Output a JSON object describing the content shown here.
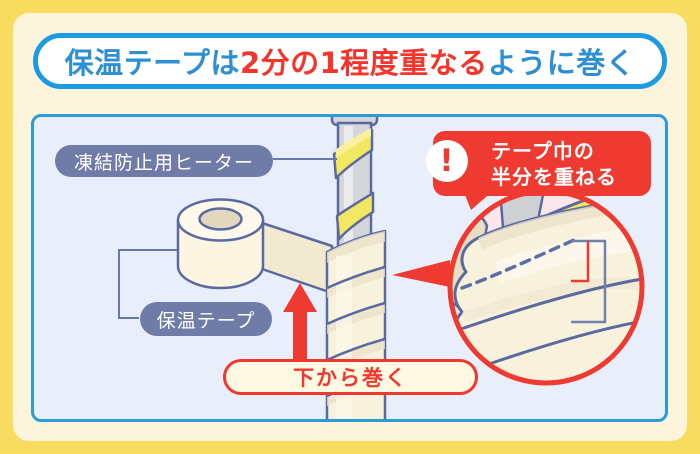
{
  "title": {
    "segments": [
      {
        "text": "保温テープは",
        "color": "#2E8FD5"
      },
      {
        "text": "2分の1程度重なる",
        "color": "#F5352C"
      },
      {
        "text": "ように巻く",
        "color": "#2E8FD5"
      }
    ]
  },
  "diagram": {
    "heater_label": "凍結防止用ヒーター",
    "tape_label": "保温テープ",
    "direction_label": "下から巻く",
    "callout": {
      "icon": "exclamation-icon",
      "icon_glyph": "!",
      "line1": "テープ巾の",
      "line2": "半分を重ねる"
    }
  },
  "colors": {
    "frame_yellow": "#F8DC5F",
    "card_cream": "#FCF5DB",
    "title_border_blue": "#1D9BE0",
    "title_text_blue": "#2E8FD5",
    "accent_red": "#EE3A30",
    "panel_background": "#E9EFFA",
    "panel_border_blue": "#2B9CD8",
    "label_pill_blue": "#707CA8",
    "tape_cream": "#F8F2DD",
    "heater_yellow": "#F2E761",
    "pipe_gray": "#D5D6DA",
    "magnifier_pink": "#FBE7EB",
    "outline_blue": "#5A69A0"
  }
}
